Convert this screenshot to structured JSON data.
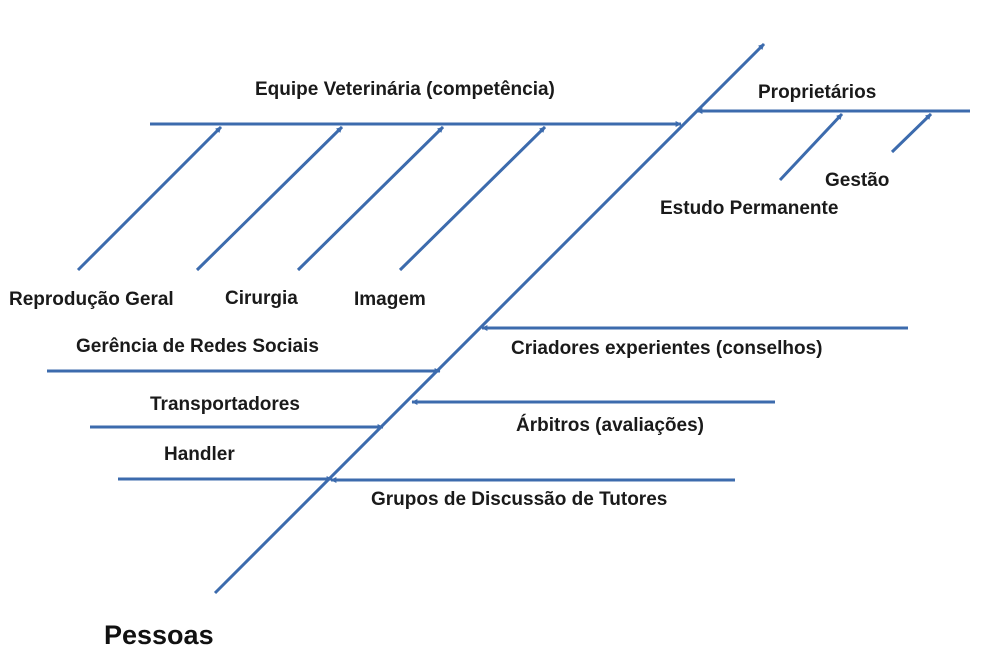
{
  "diagram": {
    "type": "fishbone",
    "category_title": "Pessoas",
    "line_color": "#3c6bad",
    "text_color": "#1a1a1a",
    "branches": {
      "equipe": {
        "label": "Equipe Veterinária (competência)",
        "sub_causes": [
          "Reprodução Geral",
          "Cirurgia",
          "Imagem"
        ]
      },
      "proprietarios": {
        "label": "Proprietários",
        "sub_causes": [
          "Gestão",
          "Estudo Permanente"
        ]
      },
      "redes_sociais": {
        "label": "Gerência de Redes Sociais"
      },
      "criadores": {
        "label": "Criadores experientes (conselhos)"
      },
      "transportadores": {
        "label": "Transportadores"
      },
      "arbitros": {
        "label": "Árbitros (avaliações)"
      },
      "handler": {
        "label": "Handler"
      },
      "grupos": {
        "label": "Grupos de Discussão de Tutores"
      }
    }
  }
}
